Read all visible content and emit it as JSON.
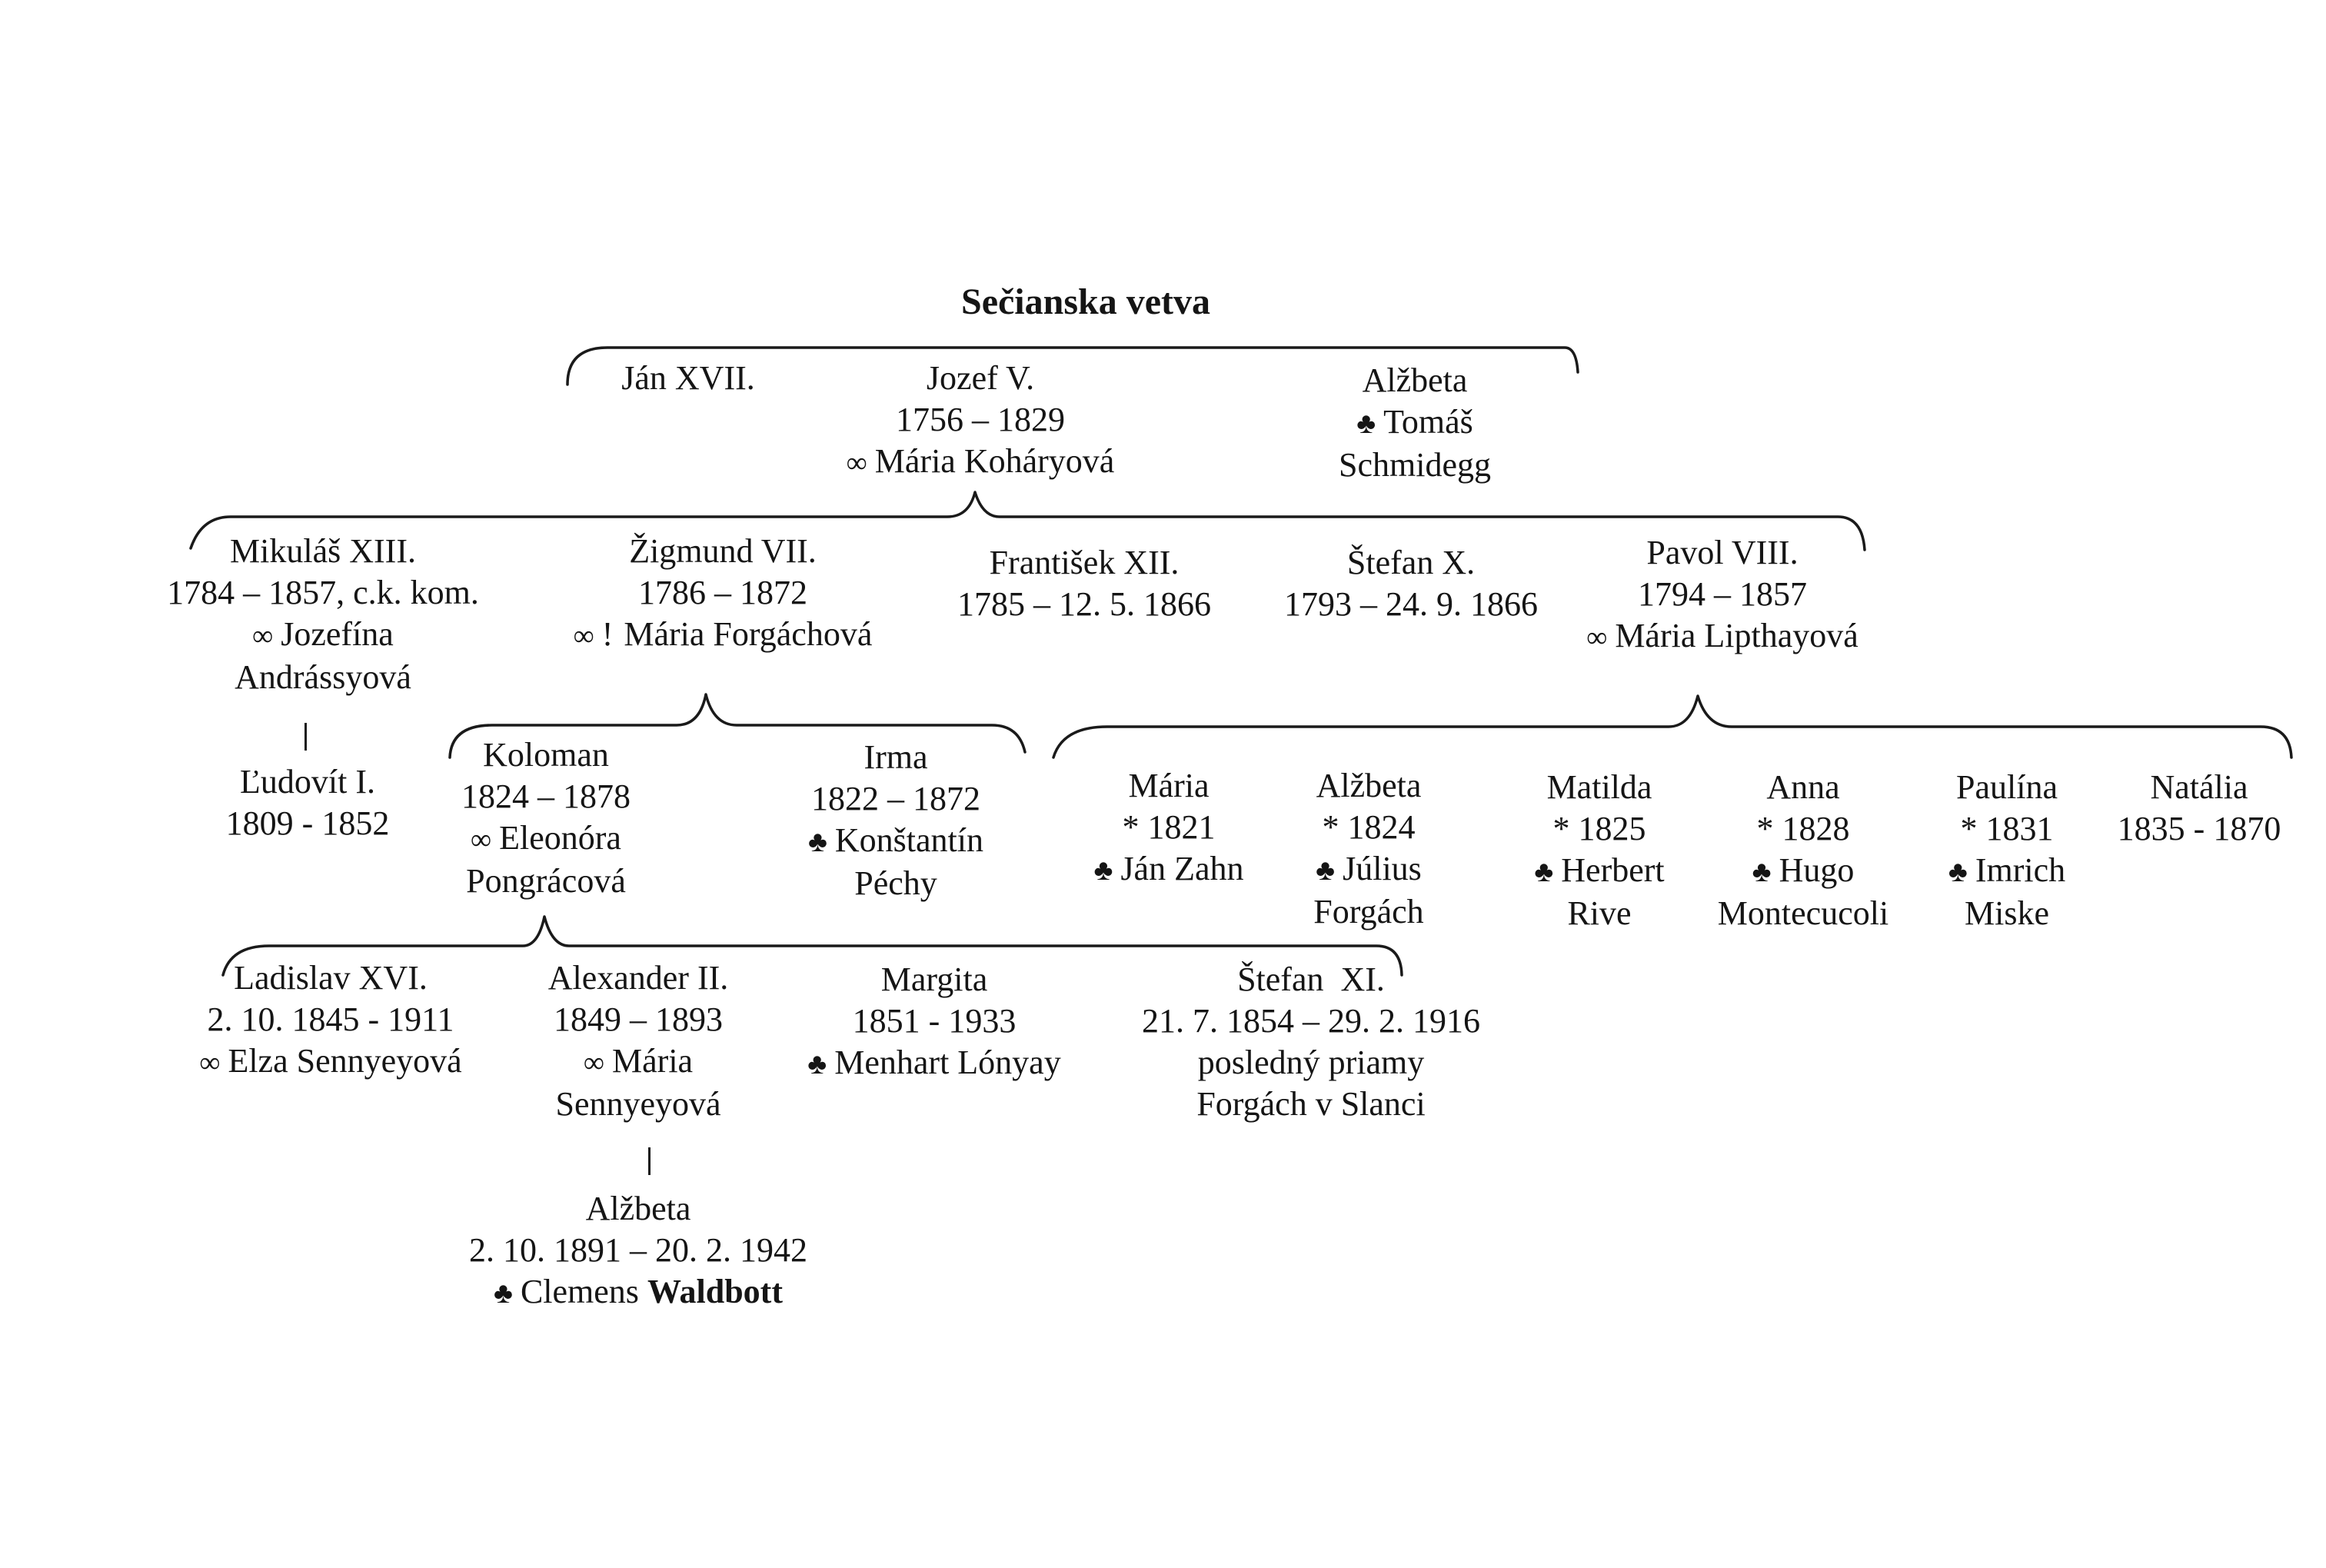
{
  "title": "Sečianska vetva",
  "symbols": {
    "married": "∞",
    "spouse": "♣"
  },
  "generation1": {
    "jan_xvii": {
      "name": "Ján XVII."
    },
    "jozef_v": {
      "name": "Jozef V.",
      "dates": "1756 – 1829",
      "spouse": "Mária Koháryová"
    },
    "alzbeta": {
      "name": "Alžbeta",
      "spouse_first": "Tomáš",
      "spouse_last": "Schmidegg"
    }
  },
  "generation2": {
    "mikulas": {
      "name": "Mikuláš XIII.",
      "dates": "1784 – 1857, c.k. kom.",
      "spouse_first": "Jozefína",
      "spouse_last": "Andrássyová"
    },
    "zigmund": {
      "name": "Žigmund VII.",
      "dates": "1786 – 1872",
      "mark": "!",
      "spouse": "Mária Forgáchová"
    },
    "frantisek": {
      "name": "František XII.",
      "dates": "1785 – 12. 5. 1866"
    },
    "stefan_x": {
      "name": "Štefan X.",
      "dates": "1793 – 24. 9. 1866"
    },
    "pavol": {
      "name": "Pavol VIII.",
      "dates": "1794 – 1857",
      "spouse": "Mária Lipthayová"
    }
  },
  "generation3": {
    "ludovit": {
      "name": "Ľudovít I.",
      "dates": "1809 - 1852"
    },
    "koloman": {
      "name": "Koloman",
      "dates": "1824 – 1878",
      "spouse_first": "Eleonóra",
      "spouse_last": "Pongrácová"
    },
    "irma": {
      "name": "Irma",
      "dates": "1822 – 1872",
      "spouse_first": "Konštantín",
      "spouse_last": "Péchy"
    },
    "maria": {
      "name": "Mária",
      "dates": "* 1821",
      "spouse": "Ján Zahn"
    },
    "alzbeta": {
      "name": "Alžbeta",
      "dates": "* 1824",
      "spouse_first": "Július",
      "spouse_last": "Forgách"
    },
    "matilda": {
      "name": "Matilda",
      "dates": "* 1825",
      "spouse_first": "Herbert",
      "spouse_last": "Rive"
    },
    "anna": {
      "name": "Anna",
      "dates": "* 1828",
      "spouse_first": "Hugo",
      "spouse_last": "Montecucoli"
    },
    "paulina": {
      "name": "Paulína",
      "dates": "* 1831",
      "spouse_first": "Imrich",
      "spouse_last": "Miske"
    },
    "natalia": {
      "name": "Natália",
      "dates": "1835 - 1870"
    }
  },
  "generation4": {
    "ladislav": {
      "name": "Ladislav XVI.",
      "dates": "2. 10. 1845 - 1911",
      "spouse": "Elza Sennyeyová"
    },
    "alexander": {
      "name": "Alexander II.",
      "dates": "1849 – 1893",
      "spouse_first": "Mária",
      "spouse_last": "Sennyeyová"
    },
    "margita": {
      "name": "Margita",
      "dates": "1851 - 1933",
      "spouse": "Menhart Lónyay"
    },
    "stefan_xi": {
      "name": "Štefan  XI.",
      "dates": "21. 7. 1854 – 29. 2. 1916",
      "note_1": "posledný priamy",
      "note_2": "Forgách v Slanci"
    }
  },
  "generation5": {
    "alzbeta": {
      "name": "Alžbeta",
      "dates": "2. 10. 1891 – 20. 2. 1942",
      "spouse_first": "Clemens",
      "spouse_last": "Waldbott"
    }
  }
}
